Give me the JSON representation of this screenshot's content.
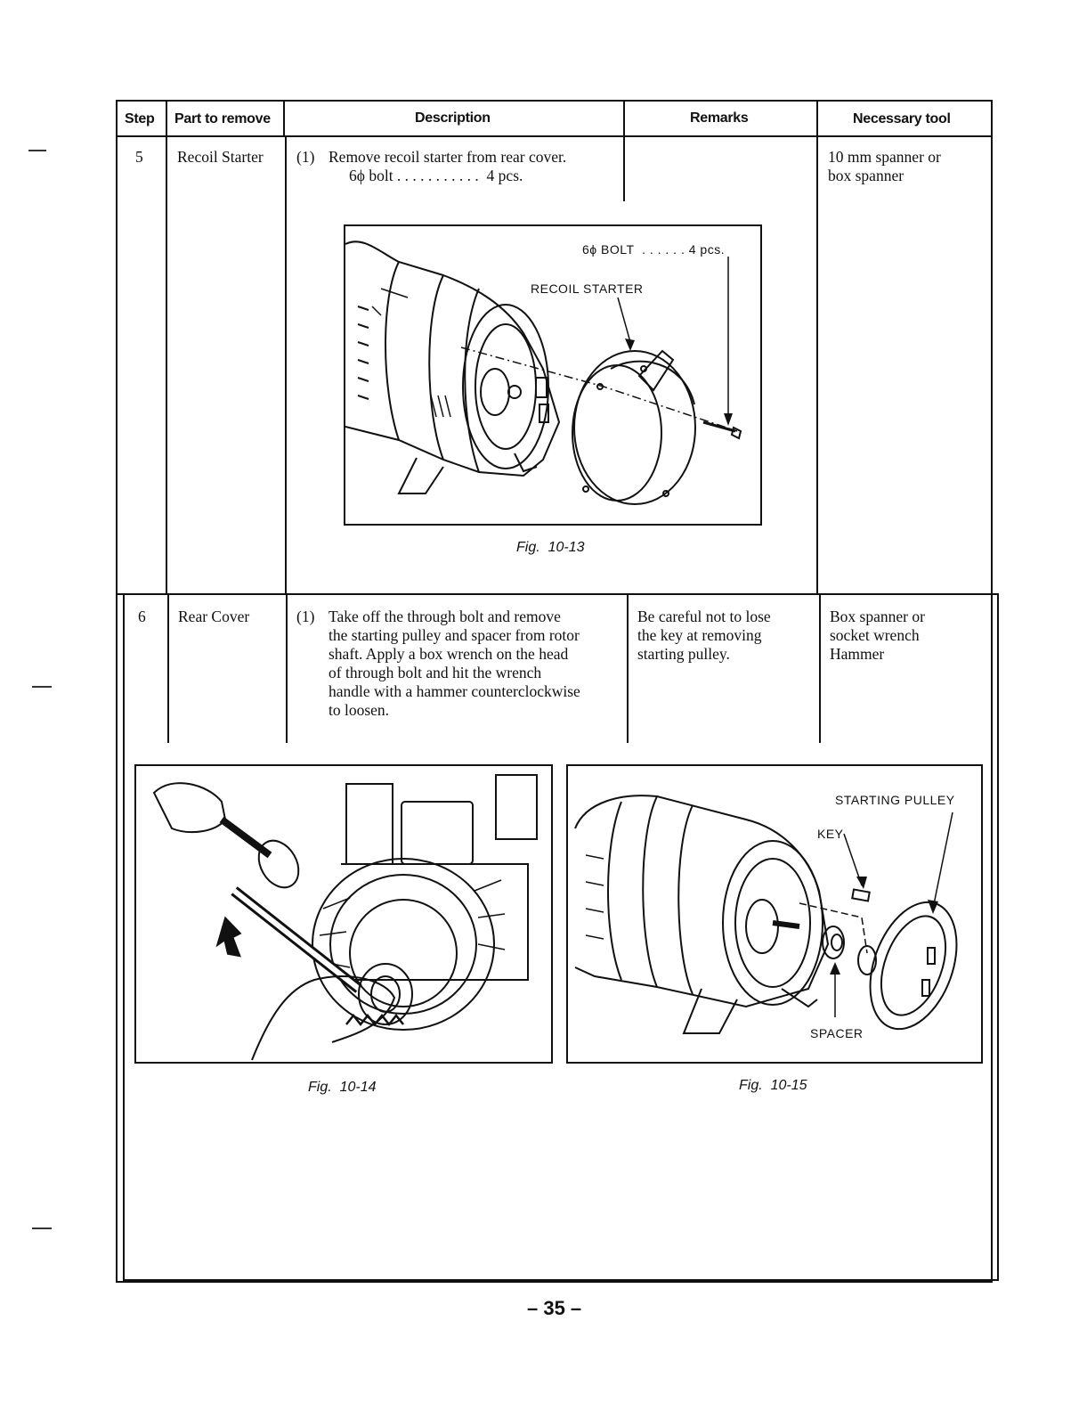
{
  "table_header": {
    "step": "Step",
    "part": "Part to remove",
    "description": "Description",
    "remarks": "Remarks",
    "tool": "Necessary tool"
  },
  "rows": [
    {
      "step": "5",
      "part": "Recoil Starter",
      "desc_num": "(1)",
      "desc_line1": "Remove recoil starter from rear cover.",
      "desc_line2": "6ϕ bolt . . . . . . . . . . .  4 pcs.",
      "remarks": "",
      "tool_line1": "10 mm spanner or",
      "tool_line2": "box spanner"
    },
    {
      "step": "6",
      "part": "Rear Cover",
      "desc_num": "(1)",
      "desc_lines": [
        "Take off the through bolt and remove",
        "the starting pulley and spacer from rotor",
        "shaft. Apply a box wrench on the head",
        "of through bolt and hit the wrench",
        "handle with a hammer counterclockwise",
        "to loosen."
      ],
      "remarks_lines": [
        "Be careful not to lose",
        "the key at removing",
        "starting pulley."
      ],
      "tool_lines": [
        "Box spanner or",
        "socket wrench",
        "Hammer"
      ]
    }
  ],
  "figures": {
    "fig13": {
      "caption": "Fig.  10-13",
      "label_bolt": "6ϕ BOLT  . . . . . . 4 pcs.",
      "label_recoil": "RECOIL STARTER"
    },
    "fig14": {
      "caption": "Fig.  10-14"
    },
    "fig15": {
      "caption": "Fig.  10-15",
      "label_pulley": "STARTING PULLEY",
      "label_key": "KEY",
      "label_spacer": "SPACER"
    }
  },
  "page_number": "– 35 –"
}
